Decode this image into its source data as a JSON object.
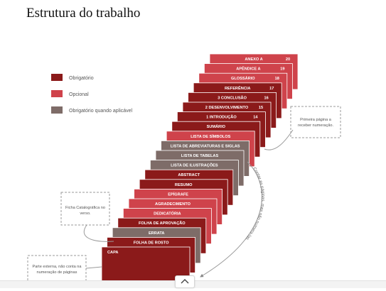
{
  "title": "Estrutura do trabalho",
  "colors": {
    "obrigatorio": "#8B1A1A",
    "opcional": "#CF434B",
    "quando_aplicavel": "#7E6C68"
  },
  "legend": [
    {
      "label": "Obrigatório",
      "kind": "obrigatorio"
    },
    {
      "label": "Opcional",
      "kind": "opcional"
    },
    {
      "label": "Obrigatório quando aplicável",
      "kind": "quando_aplicavel"
    }
  ],
  "pages": [
    {
      "label": "CAPA",
      "kind": "obrigatorio",
      "number": ""
    },
    {
      "label": "FOLHA DE ROSTO",
      "kind": "obrigatorio",
      "number": ""
    },
    {
      "label": "ERRATA",
      "kind": "quando_aplicavel",
      "number": ""
    },
    {
      "label": "FOLHA DE APROVAÇÃO",
      "kind": "obrigatorio",
      "number": ""
    },
    {
      "label": "DEDICATÓRIA",
      "kind": "opcional",
      "number": ""
    },
    {
      "label": "AGRADECIMENTO",
      "kind": "opcional",
      "number": ""
    },
    {
      "label": "EPÍGRAFE",
      "kind": "opcional",
      "number": ""
    },
    {
      "label": "RESUMO",
      "kind": "obrigatorio",
      "number": ""
    },
    {
      "label": "ABSTRACT",
      "kind": "obrigatorio",
      "number": ""
    },
    {
      "label": "LISTA DE ILUSTRAÇÕES",
      "kind": "quando_aplicavel",
      "number": ""
    },
    {
      "label": "LISTA DE TABELAS",
      "kind": "quando_aplicavel",
      "number": ""
    },
    {
      "label": "LISTA DE ABREVIATURAS E SIGLAS",
      "kind": "quando_aplicavel",
      "number": ""
    },
    {
      "label": "LISTA DE SÍMBOLOS",
      "kind": "opcional",
      "number": ""
    },
    {
      "label": "SUMÁRIO",
      "kind": "obrigatorio",
      "number": ""
    },
    {
      "label": "1 INTRODUÇÃO",
      "kind": "obrigatorio",
      "number": "14"
    },
    {
      "label": "2 DESENVOLVIMENTO",
      "kind": "obrigatorio",
      "number": "15"
    },
    {
      "label": "3 CONCLUSÃO",
      "kind": "obrigatorio",
      "number": "16"
    },
    {
      "label": "REFERÊNCIA",
      "kind": "obrigatorio",
      "number": "17"
    },
    {
      "label": "GLOSSÁRIO",
      "kind": "opcional",
      "number": "18"
    },
    {
      "label": "APÊNDICE A",
      "kind": "opcional",
      "number": "19"
    },
    {
      "label": "ANEXO A",
      "kind": "opcional",
      "number": "20"
    }
  ],
  "notes": {
    "primeira_pagina": [
      "Primeira página a",
      "receber numeração."
    ],
    "ficha": [
      "Ficha Catalográfica no",
      "verso."
    ],
    "parte_externa": [
      "Parte externa, não conta na",
      "numeração de páginas"
    ],
    "contar": "Contar as páginas, mas não numera-las."
  }
}
